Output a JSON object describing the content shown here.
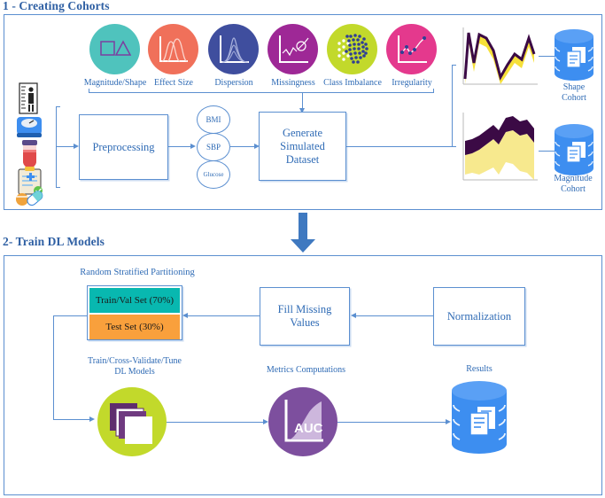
{
  "sections": {
    "one": {
      "title": "1 - Creating Cohorts",
      "feature_icons": [
        {
          "label": "Magnitude/Shape",
          "color": "#4fc3bd",
          "icon": "shapes-icon"
        },
        {
          "label": "Effect Size",
          "color": "#f0705a",
          "icon": "overlapping-curves-icon"
        },
        {
          "label": "Dispersion",
          "color": "#3f4e9e",
          "icon": "peaked-distribution-icon"
        },
        {
          "label": "Missingness",
          "color": "#9e2896",
          "icon": "broken-line-icon"
        },
        {
          "label": "Class Imbalance",
          "color": "#c2d92b",
          "icon": "dot-cloud-icon"
        },
        {
          "label": "Irregularity",
          "color": "#e4398d",
          "icon": "zigzag-scatter-icon"
        }
      ],
      "source_icons": [
        {
          "name": "height-measure-icon"
        },
        {
          "name": "weight-scale-icon"
        },
        {
          "name": "blood-vial-icon"
        },
        {
          "name": "clipboard-record-icon"
        },
        {
          "name": "pills-icon"
        }
      ],
      "preprocessing_box": "Preprocessing",
      "variables": [
        "BMI",
        "SBP",
        "Glucose"
      ],
      "generate_box": "Generate\nSimulated\nDataset",
      "generate_box_lines": [
        "Generate",
        "Simulated",
        "Dataset"
      ],
      "outputs": [
        {
          "label_lines": [
            "Shape",
            "Cohort"
          ],
          "chart": "shape-cohort-series",
          "db": "shape-cohort-database"
        },
        {
          "label_lines": [
            "Magnitude",
            "Cohort"
          ],
          "chart": "magnitude-cohort-series",
          "db": "magnitude-cohort-database"
        }
      ]
    },
    "two": {
      "title": "2- Train DL Models",
      "partition_caption": "Random Stratified Partitioning",
      "split": {
        "train": "Train/Val Set (70%)",
        "test": "Test Set (30%)",
        "train_color": "#08b8b0",
        "test_color": "#f9a03c"
      },
      "fill_missing_lines": [
        "Fill Missing",
        "Values"
      ],
      "normalization": "Normalization",
      "dl_caption_lines": [
        "Train/Cross-Validate/Tune",
        "DL Models"
      ],
      "metrics_caption": "Metrics Computations",
      "metrics_icon_text": "AUC",
      "results_caption": "Results",
      "dl_circle_color": "#c2d92b",
      "metrics_circle_color": "#7d4f9e",
      "results_db_color": "#3d8ef0"
    }
  },
  "palette": {
    "line_blue": "#5b8fd0",
    "text_blue": "#2f6bb5",
    "heading_blue": "#2e5fa3",
    "series_yellow": "#f6e03a",
    "series_purple": "#3b0a45",
    "series_light_yellow": "#f7e98e",
    "cylinder_blue": "#3d8ef0"
  }
}
